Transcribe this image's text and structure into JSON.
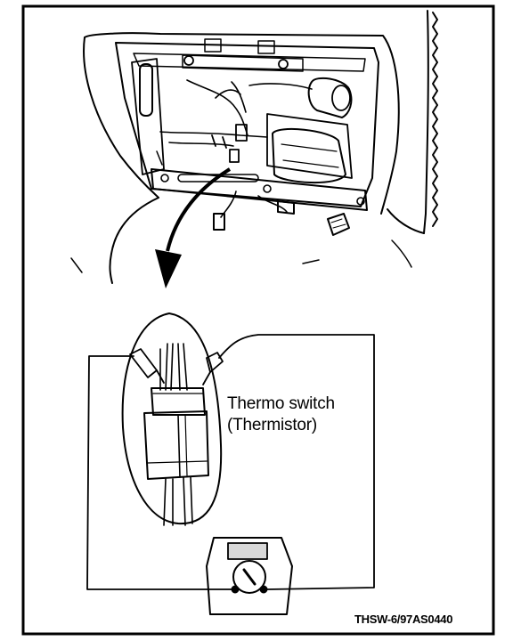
{
  "labels": {
    "component_line1": "Thermo switch",
    "component_line2": "(Thermistor)",
    "figure_code": "THSW-6/97AS0440"
  },
  "colors": {
    "ink": "#000000",
    "paper": "#ffffff",
    "screen_fill": "#d8d8d8"
  }
}
